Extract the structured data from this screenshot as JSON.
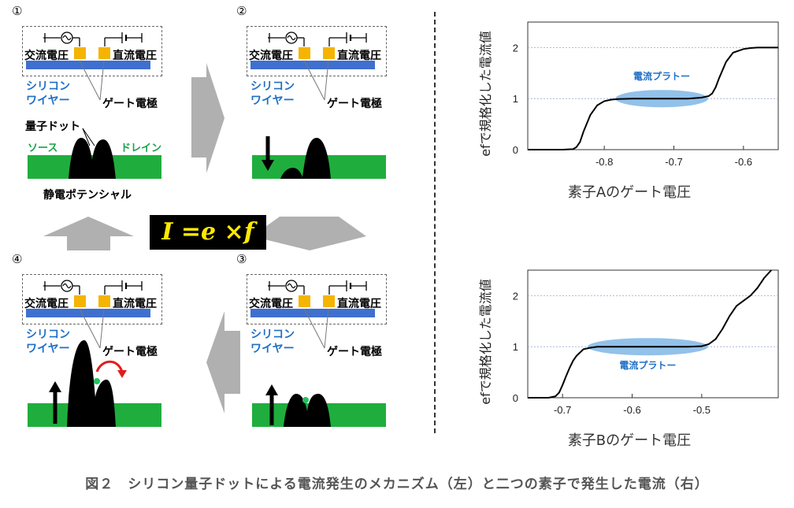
{
  "panels": [
    {
      "num": "①",
      "ac": "交流電圧",
      "dc": "直流電圧",
      "wire": [
        "シリコン",
        "ワイヤー"
      ],
      "gate": "ゲート電極",
      "dot": "量子ドット",
      "source": "ソース",
      "drain": "ドレイン",
      "potential": "静電ポテンシャル"
    },
    {
      "num": "②",
      "ac": "交流電圧",
      "dc": "直流電圧",
      "wire": [
        "シリコン",
        "ワイヤー"
      ],
      "gate": "ゲート電極"
    },
    {
      "num": "③",
      "ac": "交流電圧",
      "dc": "直流電圧",
      "wire": [
        "シリコン",
        "ワイヤー"
      ],
      "gate": "ゲート電極"
    },
    {
      "num": "④",
      "ac": "交流電圧",
      "dc": "直流電圧",
      "wire": [
        "シリコン",
        "ワイヤー"
      ],
      "gate": "ゲート電極"
    }
  ],
  "formula": "I =e ×f",
  "caption": "図２　シリコン量子ドットによる電流発生のメカニズム（左）と二つの素子で発生した電流（右）",
  "colors": {
    "wire": "#3f6fcf",
    "gate": "#f5b400",
    "ground": "#1fae3d",
    "plateau": "#7fb6e6",
    "plateau_text": "#1f6fc5",
    "curve": "#000000",
    "grid": "#9aa6d6"
  },
  "chart_data": [
    {
      "type": "line",
      "xlabel": "素子Aのゲート電圧",
      "ylabel": "efで規格化した電流値",
      "xticks": [
        -0.8,
        -0.7,
        -0.6
      ],
      "yticks": [
        0,
        1,
        2
      ],
      "xlim": [
        -0.91,
        -0.55
      ],
      "ylim": [
        0,
        2.5
      ],
      "annotation": "電流プラトー",
      "plateau": {
        "x": [
          -0.775,
          -0.66
        ],
        "y": 1
      },
      "x": [
        -0.91,
        -0.86,
        -0.845,
        -0.84,
        -0.835,
        -0.83,
        -0.82,
        -0.81,
        -0.8,
        -0.79,
        -0.78,
        -0.76,
        -0.74,
        -0.72,
        -0.7,
        -0.68,
        -0.66,
        -0.65,
        -0.645,
        -0.64,
        -0.635,
        -0.625,
        -0.615,
        -0.6,
        -0.59,
        -0.58,
        -0.57,
        -0.55
      ],
      "y": [
        0,
        0,
        0.01,
        0.05,
        0.15,
        0.35,
        0.68,
        0.87,
        0.95,
        0.98,
        0.99,
        1.0,
        1.0,
        1.0,
        1.0,
        1.0,
        1.02,
        1.05,
        1.1,
        1.22,
        1.4,
        1.72,
        1.9,
        1.97,
        1.99,
        2.0,
        2.0,
        2.0
      ]
    },
    {
      "type": "line",
      "xlabel": "素子Bのゲート電圧",
      "ylabel": "efで規格化した電流値",
      "xticks": [
        -0.7,
        -0.6,
        -0.5
      ],
      "yticks": [
        0,
        1,
        2
      ],
      "xlim": [
        -0.75,
        -0.39
      ],
      "ylim": [
        0,
        2.5
      ],
      "annotation": "電流プラトー",
      "plateau": {
        "x": [
          -0.655,
          -0.5
        ],
        "y": 1
      },
      "x": [
        -0.75,
        -0.72,
        -0.71,
        -0.705,
        -0.7,
        -0.695,
        -0.69,
        -0.685,
        -0.68,
        -0.67,
        -0.66,
        -0.65,
        -0.62,
        -0.6,
        -0.55,
        -0.52,
        -0.5,
        -0.49,
        -0.48,
        -0.47,
        -0.46,
        -0.45,
        -0.44,
        -0.43,
        -0.42,
        -0.41,
        -0.4
      ],
      "y": [
        0,
        0,
        0.03,
        0.1,
        0.25,
        0.42,
        0.58,
        0.72,
        0.82,
        0.95,
        0.98,
        1.0,
        1.0,
        1.0,
        1.0,
        1.0,
        1.01,
        1.05,
        1.15,
        1.35,
        1.6,
        1.8,
        1.9,
        2.0,
        2.15,
        2.35,
        2.55
      ]
    }
  ]
}
